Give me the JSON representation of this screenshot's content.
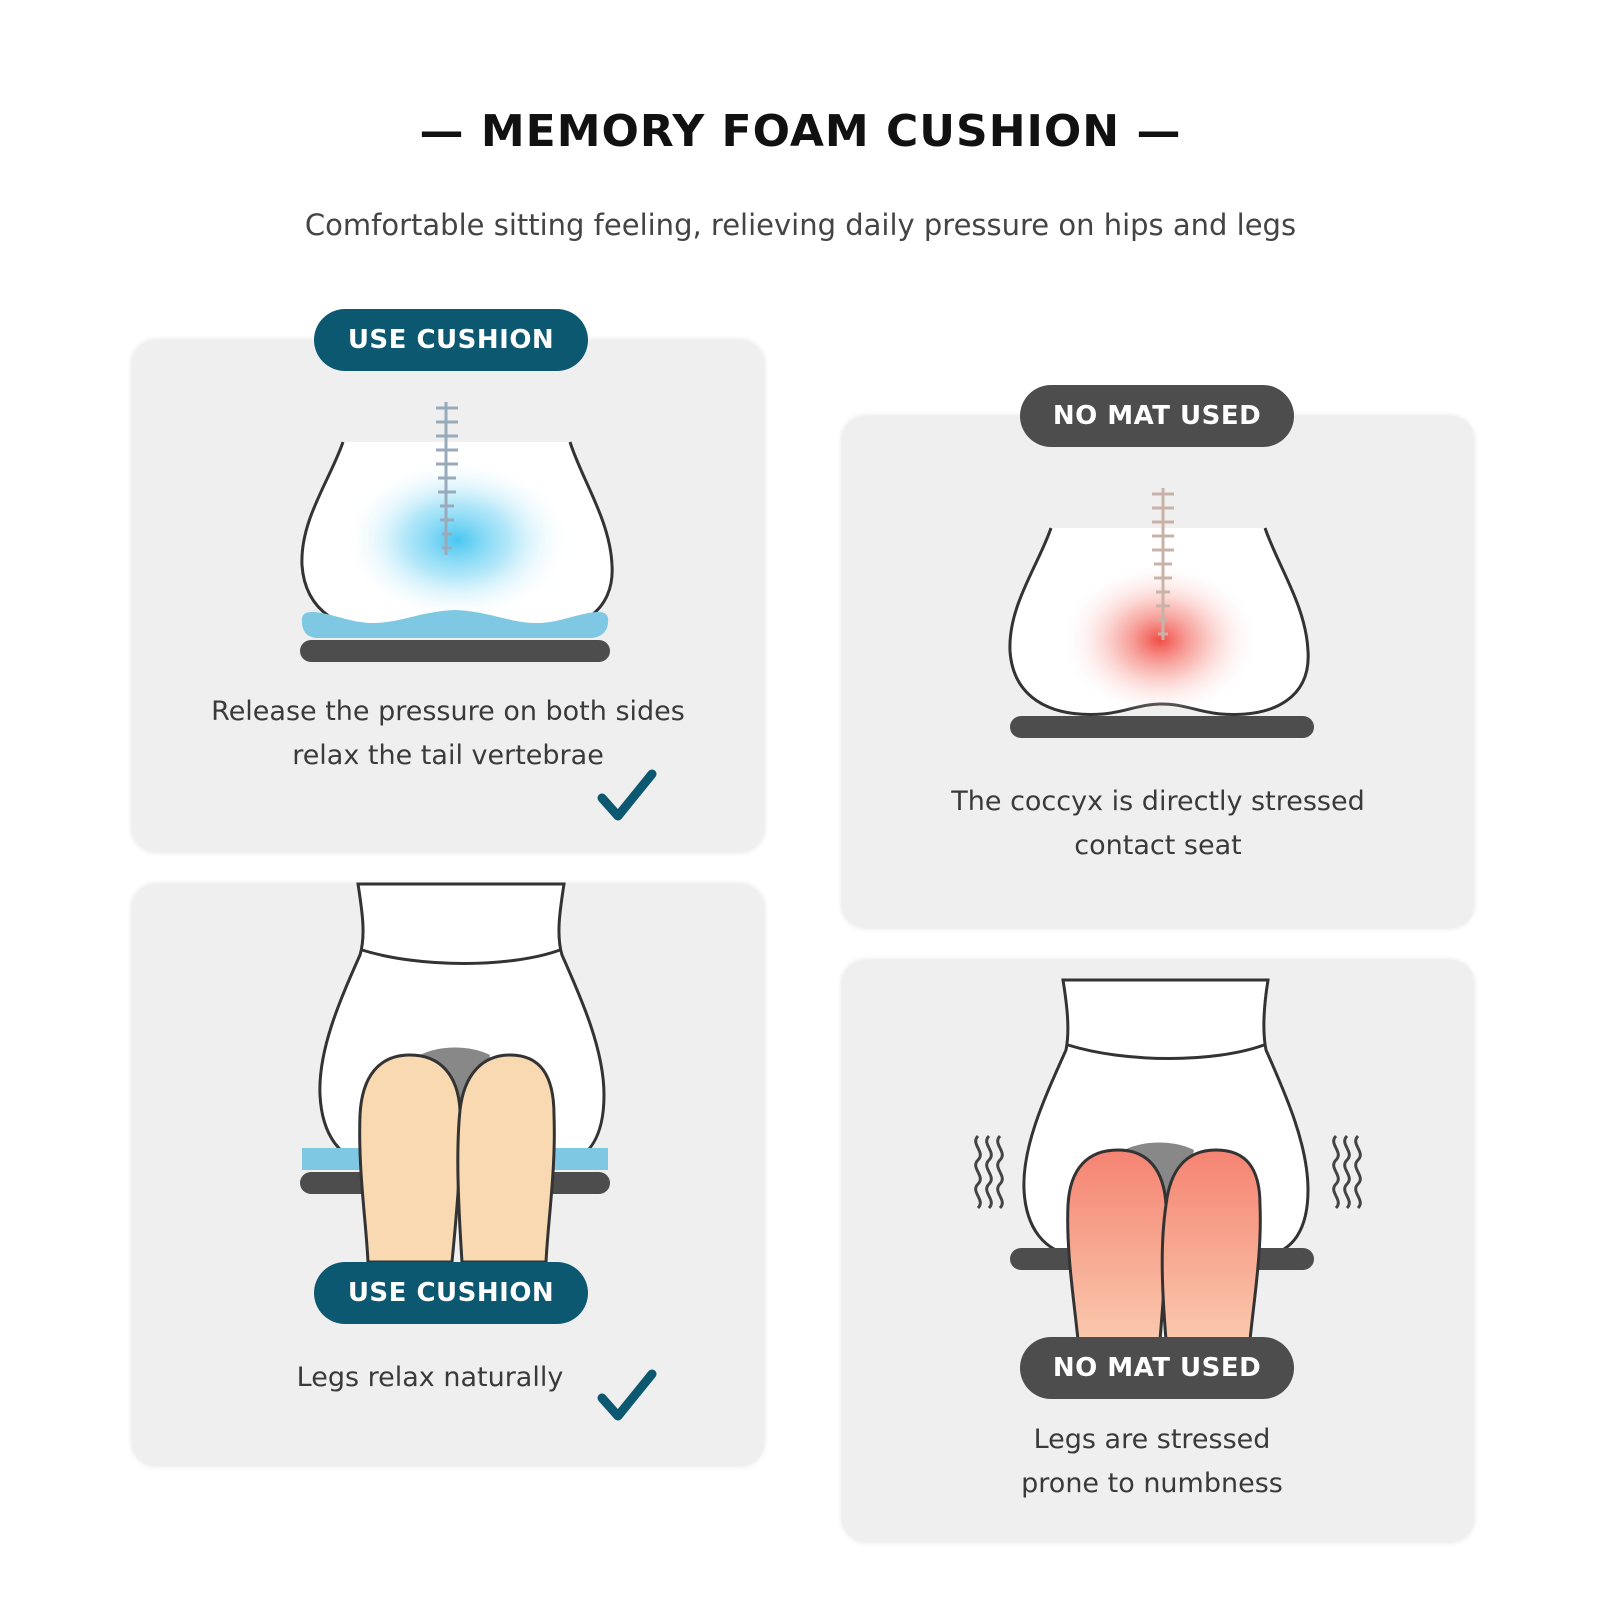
{
  "header": {
    "title": "— MEMORY FOAM CUSHION —",
    "subtitle": "Comfortable sitting feeling, relieving daily pressure on hips and legs"
  },
  "panels": {
    "top_left": {
      "badge": "USE CUSHION",
      "caption_line1": "Release the pressure on both sides",
      "caption_line2": "relax the tail vertebrae"
    },
    "top_right": {
      "badge": "NO MAT USED",
      "caption_line1": "The coccyx is directly stressed",
      "caption_line2": "contact seat"
    },
    "bottom_left": {
      "badge": "USE CUSHION",
      "caption_line1": "Legs relax naturally"
    },
    "bottom_right": {
      "badge": "NO MAT USED",
      "caption_line1": "Legs are stressed",
      "caption_line2": "prone to numbness"
    }
  },
  "colors": {
    "teal": "#0b5870",
    "dark_gray": "#4d4d4d",
    "cushion_blue": "#7ec8e3",
    "glow_blue": "#4cc7ee",
    "glow_red": "#f25c54",
    "skin": "#f9d9b2",
    "skin_stressed": "#f79a80"
  }
}
